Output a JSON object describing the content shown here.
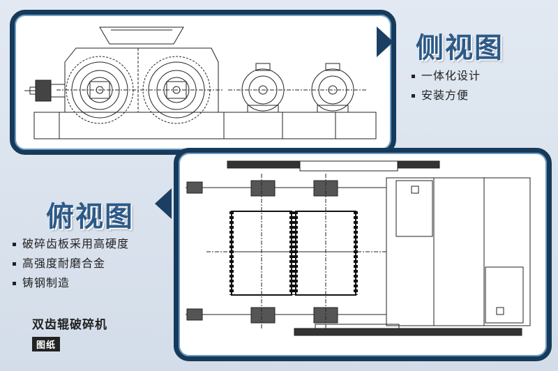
{
  "side_view": {
    "title": "侧视图",
    "features": [
      "一体化设计",
      "安装方便"
    ]
  },
  "top_view": {
    "title": "俯视图",
    "features": [
      "破碎齿板采用高硬度",
      "高强度耐磨合金",
      "铸钢制造"
    ]
  },
  "product_name": "双齿辊破碎机",
  "drawing_label": "图纸",
  "colors": {
    "frame": "#163a5a",
    "title": "#2c5a88",
    "line": "#222222"
  }
}
